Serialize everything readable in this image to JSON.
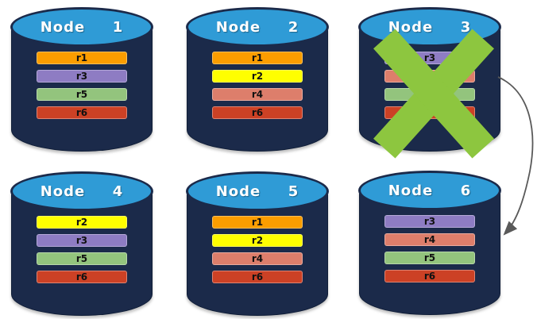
{
  "colors": {
    "cylinder_top": "#2F9BD6",
    "cylinder_body": "#1B2A4A",
    "cross": "#8DC63F",
    "arrow": "#595959",
    "replica_palette": {
      "r1": "#FB9D00",
      "r2": "#FFFF00",
      "r3": "#8E7CC3",
      "r4": "#DD7E6B",
      "r5": "#93C47D",
      "r6": "#CC4125"
    }
  },
  "nodes": [
    {
      "label": "Node  1",
      "status": "healthy",
      "replicas": [
        {
          "label": "r1",
          "color": "#FB9D00"
        },
        {
          "label": "r3",
          "color": "#8E7CC3"
        },
        {
          "label": "r5",
          "color": "#93C47D"
        },
        {
          "label": "r6",
          "color": "#CC4125"
        }
      ]
    },
    {
      "label": "Node  2",
      "status": "healthy",
      "replicas": [
        {
          "label": "r1",
          "color": "#FB9D00"
        },
        {
          "label": "r2",
          "color": "#FFFF00"
        },
        {
          "label": "r4",
          "color": "#DD7E6B"
        },
        {
          "label": "r6",
          "color": "#CC4125"
        }
      ]
    },
    {
      "label": "Node  3",
      "status": "failed",
      "replicas": [
        {
          "label": "r3",
          "color": "#8E7CC3"
        },
        {
          "label": "",
          "color": "#DD7E6B"
        },
        {
          "label": "",
          "color": "#93C47D"
        },
        {
          "label": "",
          "color": "#CC4125"
        }
      ]
    },
    {
      "label": "Node  4",
      "status": "healthy",
      "replicas": [
        {
          "label": "r2",
          "color": "#FFFF00"
        },
        {
          "label": "r3",
          "color": "#8E7CC3"
        },
        {
          "label": "r5",
          "color": "#93C47D"
        },
        {
          "label": "r6",
          "color": "#CC4125"
        }
      ]
    },
    {
      "label": "Node  5",
      "status": "healthy",
      "replicas": [
        {
          "label": "r1",
          "color": "#FB9D00"
        },
        {
          "label": "r2",
          "color": "#FFFF00"
        },
        {
          "label": "r4",
          "color": "#DD7E6B"
        },
        {
          "label": "r6",
          "color": "#CC4125"
        }
      ]
    },
    {
      "label": "Node  6",
      "status": "healthy",
      "replicas": [
        {
          "label": "r3",
          "color": "#8E7CC3"
        },
        {
          "label": "r4",
          "color": "#DD7E6B"
        },
        {
          "label": "r5",
          "color": "#93C47D"
        },
        {
          "label": "r6",
          "color": "#CC4125"
        }
      ]
    }
  ],
  "arrow": {
    "from": "Node 3",
    "to": "Node 6"
  }
}
